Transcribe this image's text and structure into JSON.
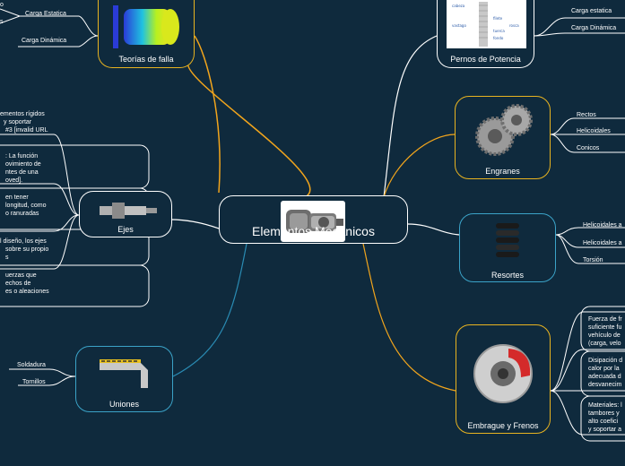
{
  "center": {
    "title": "Elementos Mecánicos"
  },
  "nodes": {
    "teorias": {
      "label": "Teorías de falla"
    },
    "pernos": {
      "label": "Pernos de Potencia"
    },
    "engranes": {
      "label": "Engranes"
    },
    "ejes": {
      "label": "Ejes"
    },
    "resortes": {
      "label": "Resortes"
    },
    "uniones": {
      "label": "Uniones"
    },
    "embrague": {
      "label": "Embrague y Frenos"
    }
  },
  "leaves": {
    "teorias": [
      "Carga Estatica",
      "Carga Dinámica"
    ],
    "pernos": [
      "Carga estatica",
      "Carga Dinámica"
    ],
    "pernos_img_labels": [
      "cabeza",
      "vastago",
      "filete",
      "rosca",
      "tuerca",
      "fondo"
    ],
    "engranes": [
      "Rectos",
      "Helicoidales",
      "Conicos"
    ],
    "resortes": [
      "Helicoidales a",
      "Helicoidales a",
      "Torsión"
    ],
    "uniones": [
      "Soldadura",
      "Tornillos"
    ],
    "ejes": [
      "ementos rígidos",
      "y soportar",
      "#3 [invalid URL",
      ": La función",
      "ovimiento de",
      "ntes de una",
      "oved].",
      "en tener",
      "longitud, como",
      "o ranuradas",
      "l diseño, los ejes",
      "sobre su propio",
      "s",
      "uerzas que",
      "echos de",
      "es o aleaciones"
    ],
    "embrague": [
      "Fuerza de fr",
      "suficiente fu",
      "vehículo de",
      "(carga, velo",
      "Disipación d",
      "calor por la",
      "adecuada d",
      "desvanecim",
      "Materiales: l",
      "tambores y",
      "alto coefici",
      "y soportar a"
    ],
    "top_left_fragments": [
      "o",
      "s"
    ]
  },
  "colors": {
    "background": "#0f2a3d",
    "branch_orange": "#f2a51c",
    "branch_white": "#ffffff",
    "branch_blue": "#2a8bb3",
    "node_yellow": "#e8b320",
    "node_blue": "#3ba3c8"
  }
}
